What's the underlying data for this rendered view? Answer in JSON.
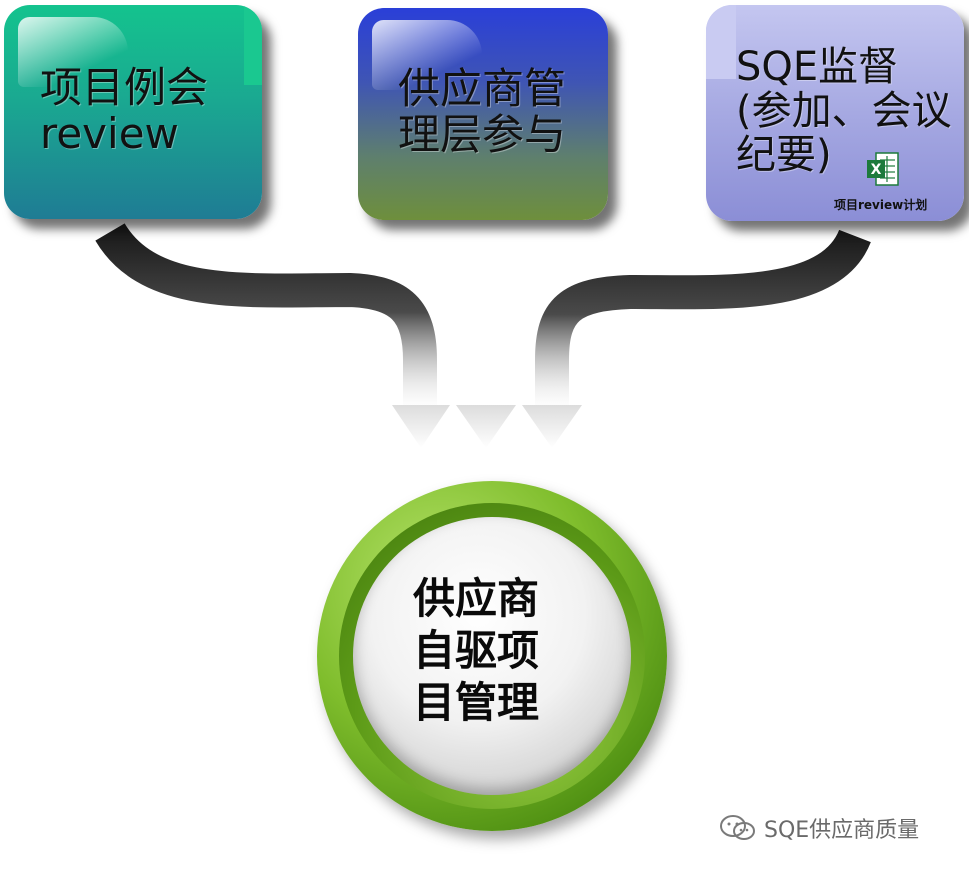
{
  "boxes": [
    {
      "line1": "项目例会",
      "line2": "review"
    },
    {
      "line1": "供应商管",
      "line2": "理层参与"
    },
    {
      "line1": "SQE监督",
      "line2": "(参加、会议",
      "line3": "纪要)"
    }
  ],
  "attachment": {
    "caption": "项目review计划",
    "icon": "excel-file-icon",
    "icon_letter": "X"
  },
  "center": {
    "line1": "供应商",
    "line2": "自驱项",
    "line3": "目管理"
  },
  "watermark": {
    "text": "SQE供应商质量",
    "icon": "wechat-icon"
  },
  "colors": {
    "box1": "#1aa891",
    "box2": "#3f55b4",
    "box3": "#a6a9e2",
    "ring": "#7fbd2c",
    "excel_green": "#1d7a3c"
  }
}
